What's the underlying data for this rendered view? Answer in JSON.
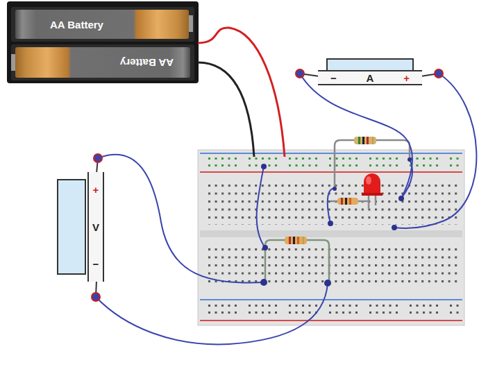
{
  "diagram": {
    "nodes": [
      {
        "text": [
          "AA Battery"
        ]
      },
      {
        "text": [
          "AA Battery"
        ]
      },
      {
        "text": [
          "−",
          "A",
          "+"
        ]
      },
      {
        "text": [
          "+",
          "V",
          "−"
        ]
      }
    ]
  }
}
